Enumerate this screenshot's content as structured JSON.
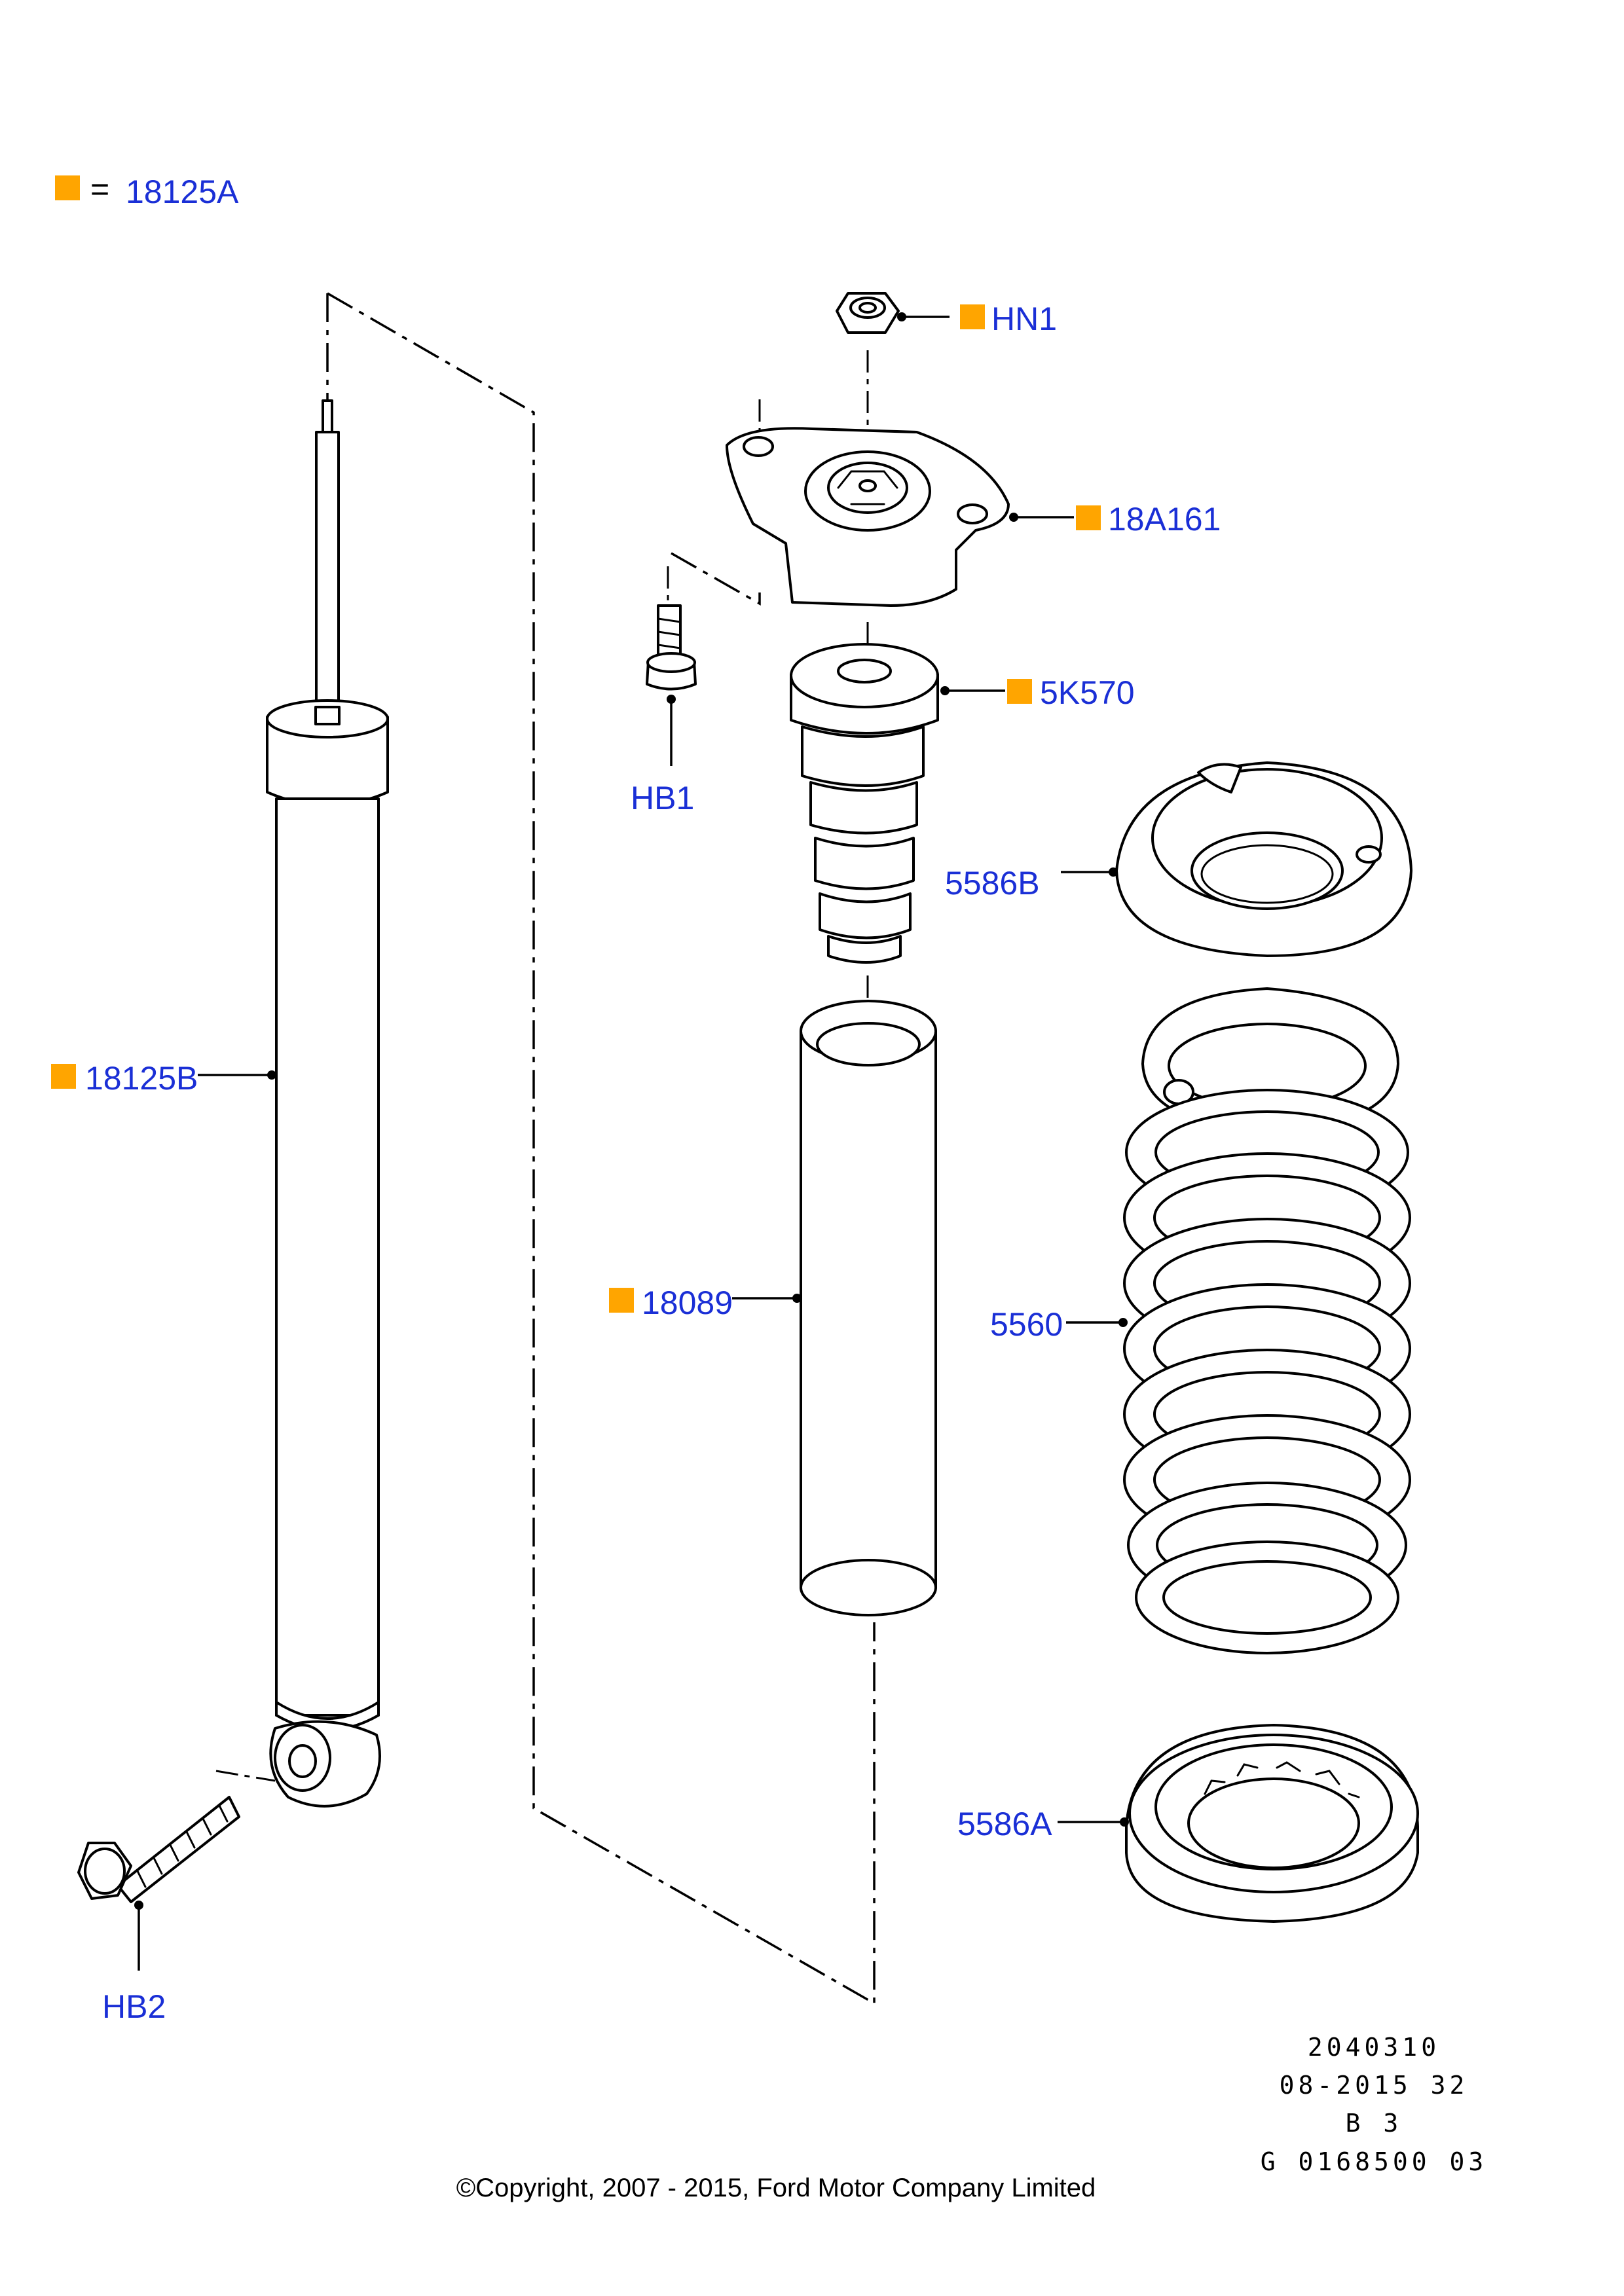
{
  "legend": {
    "equals": "=",
    "code": "18125A",
    "marker_color": "#ffa500"
  },
  "callouts": {
    "hn1": "HN1",
    "c18a161": "18A161",
    "c5k570": "5K570",
    "hb1": "HB1",
    "c5586b": "5586B",
    "c18125b": "18125B",
    "c18089": "18089",
    "c5560": "5560",
    "c5586a": "5586A",
    "hb2": "HB2"
  },
  "reference": {
    "line1": "2040310",
    "line2": "08-2015 32",
    "line3": "B 3",
    "line4": "G 0168500 03"
  },
  "copyright": "©Copyright, 2007 - 2015, Ford Motor Company Limited",
  "colors": {
    "label": "#1a2fd6",
    "marker": "#ffa500",
    "line": "#000000"
  }
}
